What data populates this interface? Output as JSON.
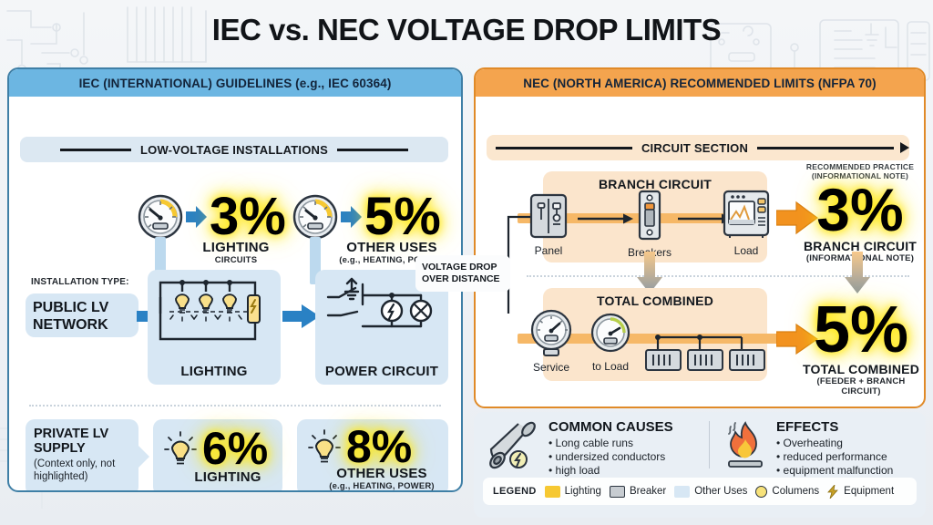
{
  "title": "IEC vs. NEC VOLTAGE DROP LIMITS",
  "colors": {
    "iec_header": "#6cb6e2",
    "iec_border": "#3f7fa6",
    "nec_header": "#f4a44e",
    "nec_border": "#e08a28",
    "glow_yellow": "#ffe814",
    "card_blue": "#d7e7f4",
    "card_orange": "#fbe5cc",
    "page_bg": "#eef1f5"
  },
  "iec": {
    "header": "IEC (INTERNATIONAL) GUIDELINES (e.g., IEC 60364)",
    "section_label": "LOW-VOLTAGE INSTALLATIONS",
    "gauges": [
      {
        "icon": "gauge-icon",
        "value": "3%",
        "caption": "LIGHTING",
        "subcaption": "CIRCUITS"
      },
      {
        "icon": "gauge-icon",
        "value": "5%",
        "caption": "OTHER USES",
        "subcaption": "(e.g., HEATING, POWER)"
      }
    ],
    "installation_type_label": "INSTALLATION TYPE:",
    "installation_type_value": "PUBLIC LV\nNETWORK",
    "diagrams": [
      {
        "label": "LIGHTING",
        "icon": "lighting-circuit-diagram"
      },
      {
        "label": "POWER CIRCUIT",
        "icon": "power-circuit-diagram"
      }
    ],
    "private": {
      "title": "PRIVATE LV\nSUPPLY",
      "note": "(Context only, not\nhighlighted)"
    },
    "private_values": [
      {
        "icon": "lightbulb-icon",
        "value": "6%",
        "caption": "LIGHTING",
        "subcaption": ""
      },
      {
        "icon": "lightbulb-icon",
        "value": "8%",
        "caption": "OTHER USES",
        "subcaption": "(e.g., HEATING, POWER)"
      }
    ]
  },
  "nec": {
    "header": "NEC (NORTH AMERICA) RECOMMENDED LIMITS (NFPA 70)",
    "section_label": "CIRCUIT SECTION",
    "branch": {
      "title": "BRANCH CIRCUIT",
      "nodes": [
        {
          "icon": "panel-icon",
          "label": "Panel"
        },
        {
          "icon": "breaker-icon",
          "label": "Breakers"
        },
        {
          "icon": "load-appliance-icon",
          "label": "Load"
        }
      ],
      "note_top": "RECOMMENDED PRACTICE\n(INFORMATIONAL NOTE)",
      "value": "3%",
      "caption": "BRANCH CIRCUIT",
      "subcaption": "(INFORMATIONAL NOTE)"
    },
    "total": {
      "title": "TOTAL COMBINED",
      "nodes": [
        {
          "icon": "meter-icon",
          "label": "Service"
        },
        {
          "icon": "meter-icon",
          "label": "to Load"
        }
      ],
      "value": "5%",
      "caption": "TOTAL COMBINED",
      "subcaption": "(FEEDER + BRANCH CIRCUIT)"
    }
  },
  "callout": {
    "line1": "VOLTAGE DROP",
    "line2": "OVER DISTANCE"
  },
  "info": {
    "causes": {
      "icon": "cable-icon",
      "title": "COMMON CAUSES",
      "items": [
        "Long cable runs",
        "undersized conductors",
        "high load"
      ]
    },
    "effects": {
      "icon": "flame-icon",
      "title": "EFFECTS",
      "items": [
        "Overheating",
        "reduced performance",
        "equipment malfunction"
      ]
    }
  },
  "legend": {
    "title": "LEGEND",
    "items": [
      {
        "swatch": "square",
        "color": "#f6c832",
        "label": "Lighting"
      },
      {
        "swatch": "square",
        "color": "#c7ccd1",
        "label": "Breaker"
      },
      {
        "swatch": "square",
        "color": "#d7e7f4",
        "label": "Other Uses"
      },
      {
        "swatch": "circle",
        "color": "#f7e27a",
        "label": "Columens"
      },
      {
        "swatch": "bolt",
        "color": "#c9a227",
        "label": "Equipment"
      }
    ]
  }
}
